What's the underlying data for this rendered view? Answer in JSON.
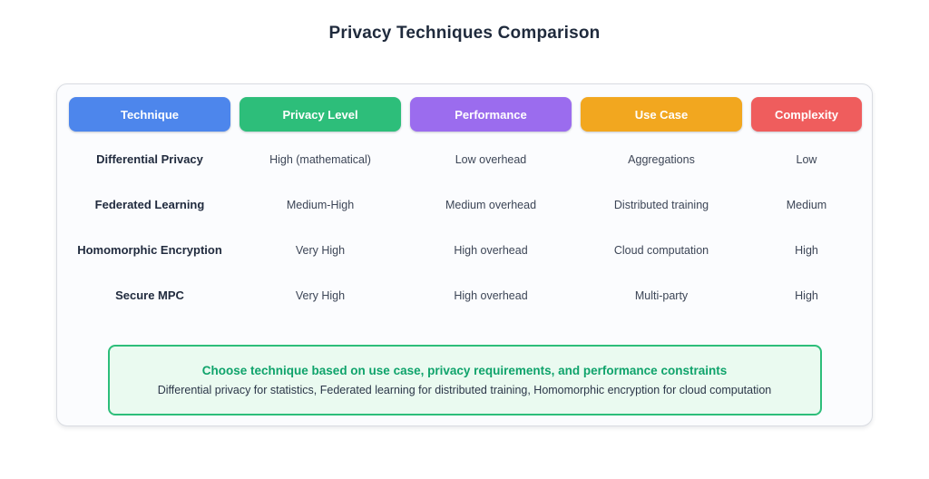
{
  "page": {
    "title": "Privacy Techniques Comparison"
  },
  "table": {
    "columns": [
      {
        "label": "Technique",
        "color": "#4d86ec"
      },
      {
        "label": "Privacy Level",
        "color": "#2dbe7a"
      },
      {
        "label": "Performance",
        "color": "#9b6cee"
      },
      {
        "label": "Use Case",
        "color": "#f2a71f"
      },
      {
        "label": "Complexity",
        "color": "#ef5d5d"
      }
    ],
    "rows": [
      [
        "Differential Privacy",
        "High (mathematical)",
        "Low overhead",
        "Aggregations",
        "Low"
      ],
      [
        "Federated Learning",
        "Medium-High",
        "Medium overhead",
        "Distributed training",
        "Medium"
      ],
      [
        "Homomorphic Encryption",
        "Very High",
        "High overhead",
        "Cloud computation",
        "High"
      ],
      [
        "Secure MPC",
        "Very High",
        "High overhead",
        "Multi-party",
        "High"
      ]
    ]
  },
  "note": {
    "heading": "Choose technique based on use case, privacy requirements, and performance constraints",
    "body": "Differential privacy for statistics, Federated learning for distributed training, Homomorphic encryption for cloud computation",
    "accent_color": "#0fa36b",
    "border_color": "#2dbe7a",
    "background_color": "#eafaf0"
  },
  "chart_data": {
    "type": "table",
    "title": "Privacy Techniques Comparison",
    "columns": [
      "Technique",
      "Privacy Level",
      "Performance",
      "Use Case",
      "Complexity"
    ],
    "rows": [
      [
        "Differential Privacy",
        "High (mathematical)",
        "Low overhead",
        "Aggregations",
        "Low"
      ],
      [
        "Federated Learning",
        "Medium-High",
        "Medium overhead",
        "Distributed training",
        "Medium"
      ],
      [
        "Homomorphic Encryption",
        "Very High",
        "High overhead",
        "Cloud computation",
        "High"
      ],
      [
        "Secure MPC",
        "Very High",
        "High overhead",
        "Multi-party",
        "High"
      ]
    ],
    "column_header_colors": [
      "#4d86ec",
      "#2dbe7a",
      "#9b6cee",
      "#f2a71f",
      "#ef5d5d"
    ],
    "footnote_heading": "Choose technique based on use case, privacy requirements, and performance constraints",
    "footnote_body": "Differential privacy for statistics, Federated learning for distributed training, Homomorphic encryption for cloud computation"
  }
}
